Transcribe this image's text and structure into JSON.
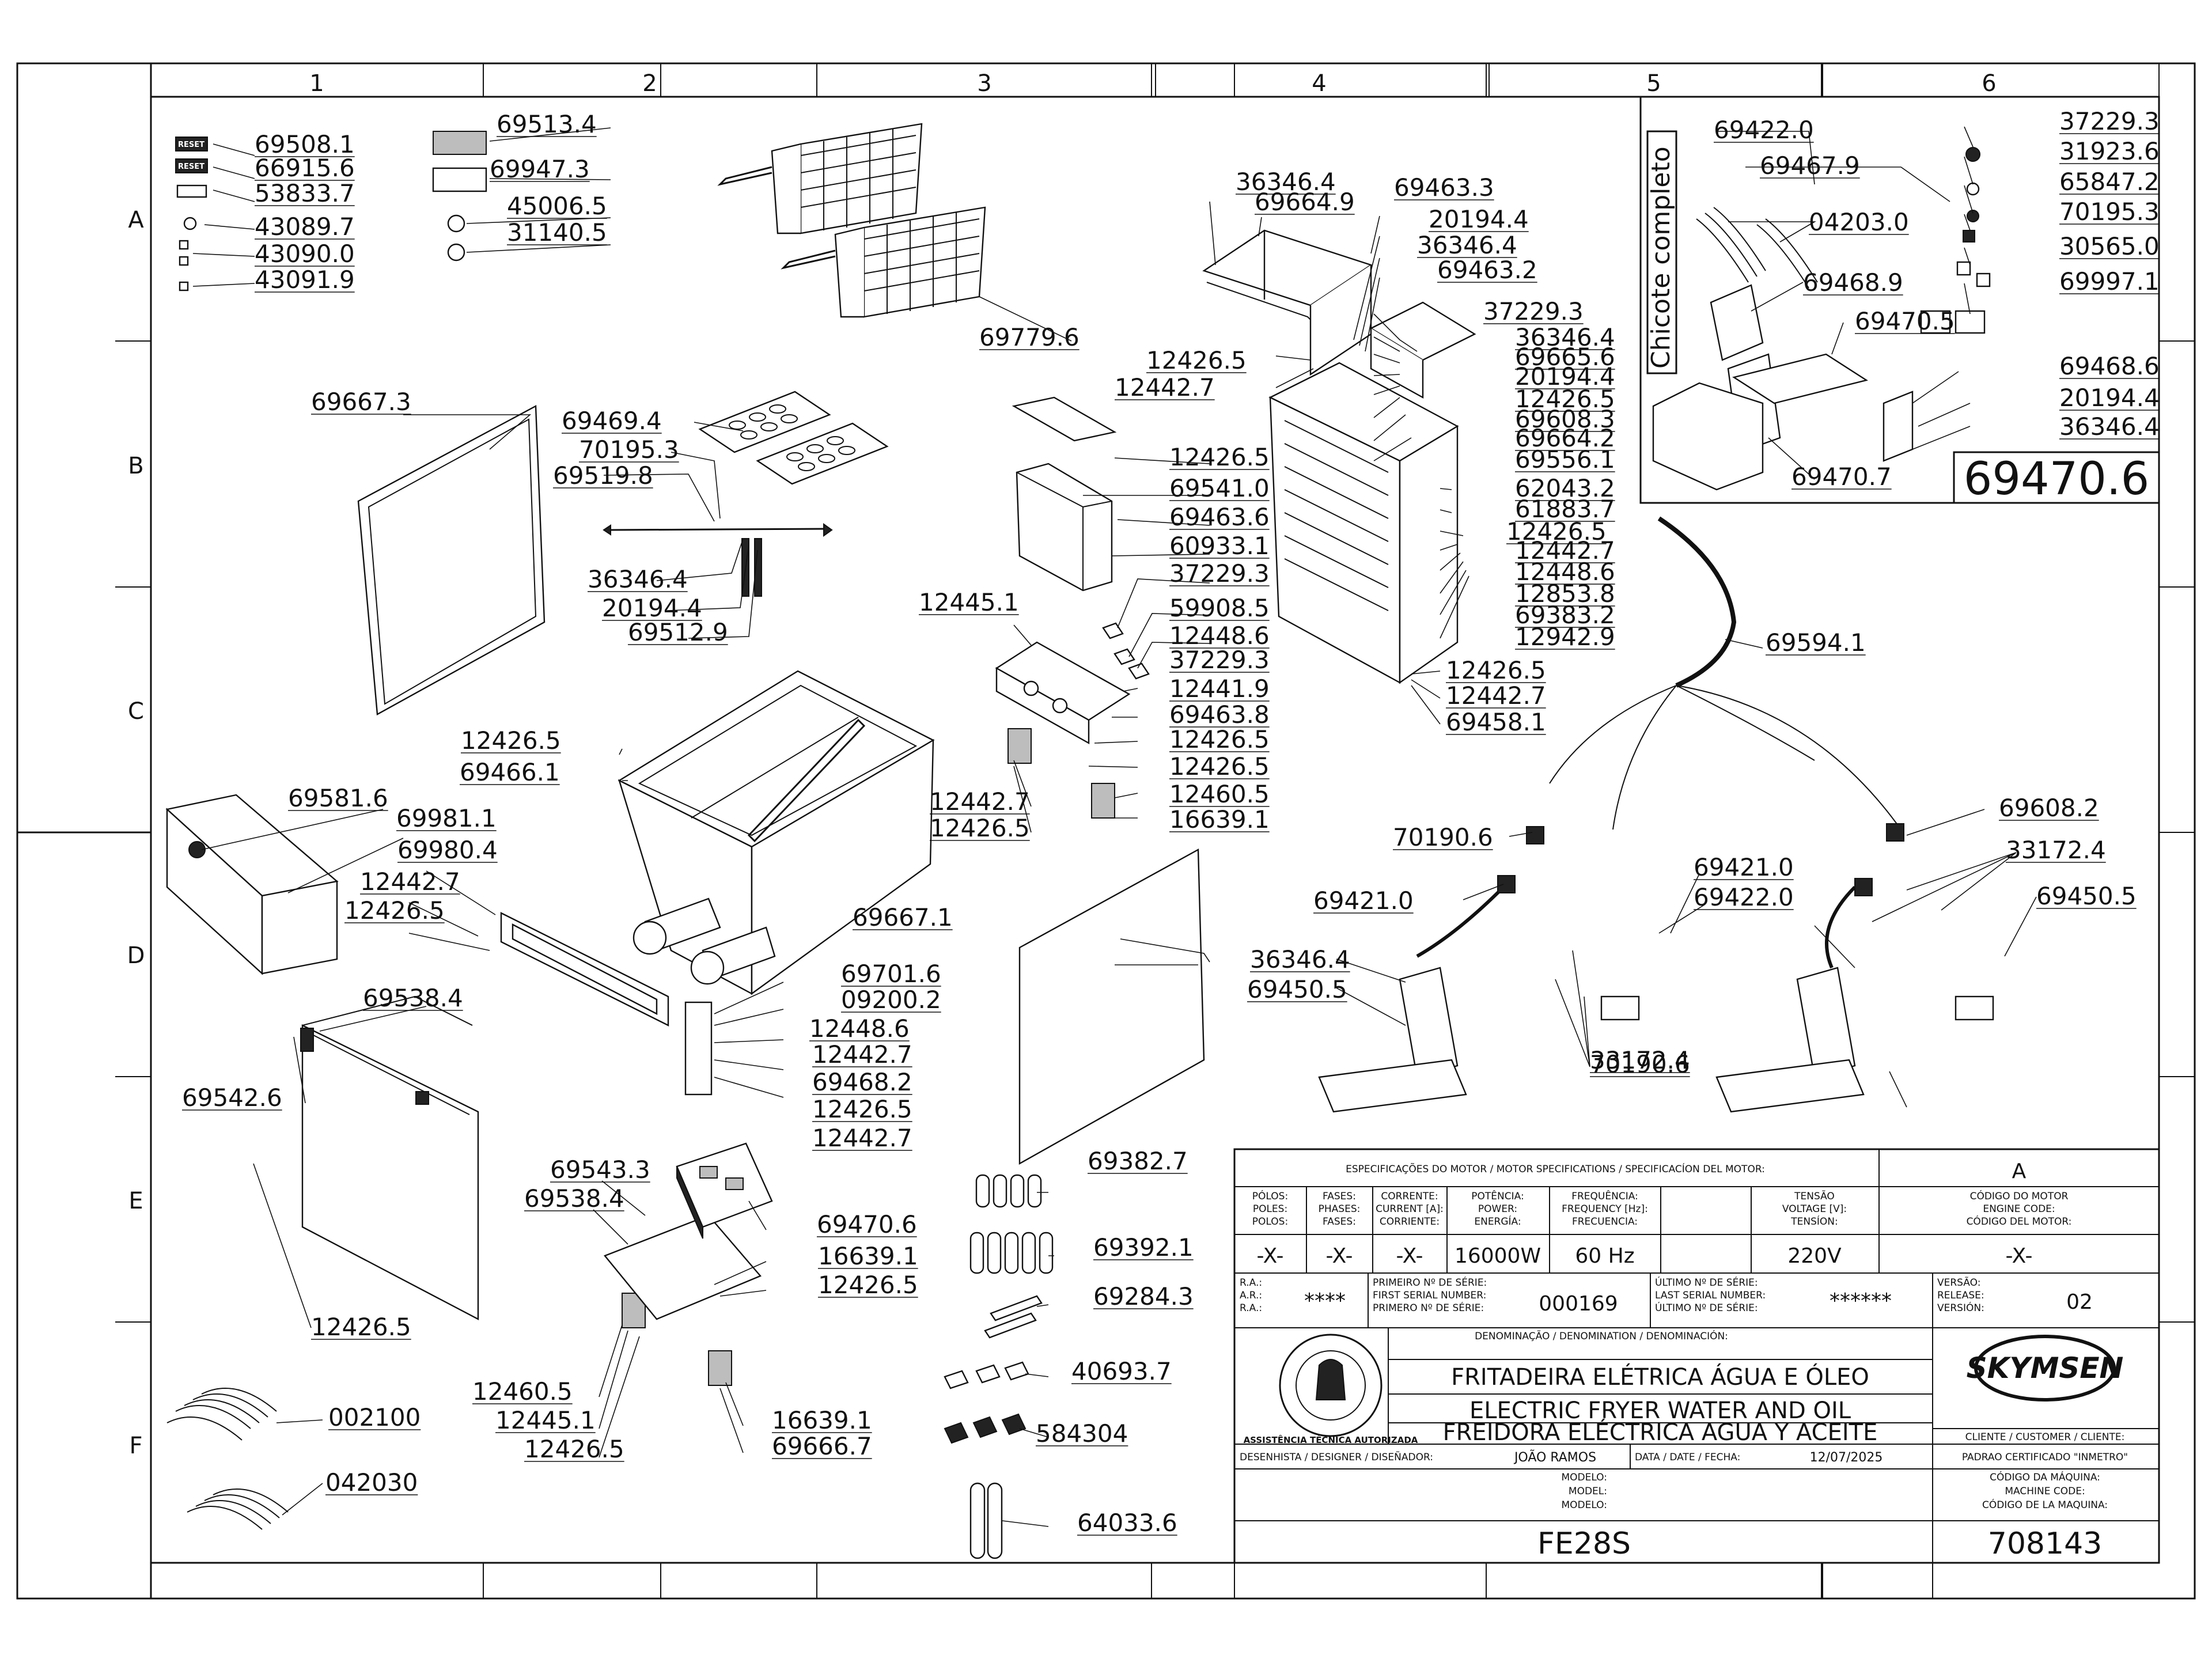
{
  "grid": {
    "columns": [
      "1",
      "2",
      "3",
      "4",
      "5",
      "6"
    ],
    "rows": [
      "A",
      "B",
      "C",
      "D",
      "E",
      "F"
    ]
  },
  "labels": {
    "reset_badge_1": "RESET",
    "reset_badge_2": "RESET",
    "harness_title": "Chicote completo",
    "harness_code": "69470.6"
  },
  "parts": [
    "69508.1",
    "66915.6",
    "53833.7",
    "43089.7",
    "43090.0",
    "43091.9",
    "69513.4",
    "69947.3",
    "45006.5",
    "31140.5",
    "69779.6",
    "69667.3",
    "69469.4",
    "70195.3",
    "69519.8",
    "36346.4",
    "20194.4",
    "69512.9",
    "12426.5",
    "69466.1",
    "69581.6",
    "69981.1",
    "69980.4",
    "12442.7",
    "12426.5",
    "69538.4",
    "69542.6",
    "12426.5",
    "12426.5",
    "69541.0",
    "69463.6",
    "60933.1",
    "37229.3",
    "12445.1",
    "59908.5",
    "12448.6",
    "37229.3",
    "12441.9",
    "69463.8",
    "12426.5",
    "12426.5",
    "12460.5",
    "16639.1",
    "12442.7",
    "12426.5",
    "69667.1",
    "69701.6",
    "09200.2",
    "12448.6",
    "12442.7",
    "69468.2",
    "12426.5",
    "12442.7",
    "69543.3",
    "69538.4",
    "69470.6",
    "16639.1",
    "12426.5",
    "12460.5",
    "12445.1",
    "12426.5",
    "16639.1",
    "69666.7",
    "002100",
    "042030",
    "69382.7",
    "69392.1",
    "69284.3",
    "40693.7",
    "584304",
    "64033.6",
    "36346.4",
    "69664.9",
    "69463.3",
    "20194.4",
    "36346.4",
    "69463.2",
    "12426.5",
    "12442.7",
    "37229.3",
    "36346.4",
    "69665.6",
    "20194.4",
    "12426.5",
    "69608.3",
    "69664.2",
    "69556.1",
    "62043.2",
    "61883.7",
    "12426.5",
    "12442.7",
    "12448.6",
    "12853.8",
    "69383.2",
    "12942.9",
    "12426.5",
    "12442.7",
    "69458.1",
    "69422.0",
    "69467.9",
    "04203.0",
    "69468.9",
    "69470.5",
    "69470.7",
    "37229.3",
    "31923.6",
    "65847.2",
    "70195.3",
    "30565.0",
    "69997.1",
    "69468.6",
    "20194.4",
    "36346.4",
    "69594.1",
    "70190.6",
    "69421.0",
    "36346.4",
    "69450.5",
    "33172.4",
    "69421.0",
    "69422.0",
    "70190.6",
    "69608.2",
    "33172.4",
    "69450.5"
  ],
  "title_block": {
    "motor_header": "ESPECIFICAÇÕES DO MOTOR / MOTOR SPECIFICATIONS / SPECIFICACÍON DEL MOTOR:",
    "rev_letter": "A",
    "col_headers": [
      [
        "PÓLOS:",
        "POLES:",
        "POLOS:"
      ],
      [
        "FASES:",
        "PHASES:",
        "FASES:"
      ],
      [
        "CORRENTE:",
        "CURRENT [A]:",
        "CORRIENTE:"
      ],
      [
        "POTÊNCIA:",
        "POWER:",
        "ENERGÍA:"
      ],
      [
        "FREQUÊNCIA:",
        "FREQUENCY [Hz]:",
        "FRECUENCIA:"
      ],
      [
        "TENSÃO",
        "VOLTAGE [V]:",
        "TENSÍON:"
      ],
      [
        "CÓDIGO DO MOTOR",
        "ENGINE CODE:",
        "CÓDIGO DEL MOTOR:"
      ]
    ],
    "values": [
      "-X-",
      "-X-",
      "-X-",
      "16000W",
      "60 Hz",
      "220V",
      "-X-"
    ],
    "ra_labels": [
      "R.A.:",
      "A.R.:",
      "R.A.:"
    ],
    "ra_value": "****",
    "first_serial_labels": [
      "PRIMEIRO Nº DE SÉRIE:",
      "FIRST SERIAL NUMBER:",
      "PRIMERO Nº DE SÉRIE:"
    ],
    "first_serial": "000169",
    "last_serial_labels": [
      "ÚLTIMO Nº DE SÉRIE:",
      "LAST SERIAL NUMBER:",
      "ÚLTIMO Nº DE SÉRIE:"
    ],
    "last_serial": "******",
    "version_labels": [
      "VERSÃO:",
      "RELEASE:",
      "VERSIÓN:"
    ],
    "version": "02",
    "denomination_header": "DENOMINAÇÃO / DENOMINATION / DENOMINACIÓN:",
    "denominations": [
      "FRITADEIRA ELÉTRICA ÁGUA E ÓLEO",
      "ELECTRIC FRYER WATER AND OIL",
      "FREIDORA ELÉCTRICA AGUA Y ACEITE"
    ],
    "brand": "SKYMSEN",
    "seal_text": "ASSISTÊNCIA TÉCNICA AUTORIZADA",
    "client_header": "CLIENTE / CUSTOMER / CLIENTE:",
    "client": "PADRAO CERTIFICADO \"INMETRO\"",
    "designer_label": "DESENHISTA / DESIGNER / DISEÑADOR:",
    "designer": "JOÃO RAMOS",
    "date_label": "DATA / DATE / FECHA:",
    "date": "12/07/2025",
    "model_labels": [
      "MODELO:",
      "MODEL:",
      "MODELO:"
    ],
    "model": "FE28S",
    "machine_code_labels": [
      "CÓDIGO DA MÁQUINA:",
      "MACHINE CODE:",
      "CÓDIGO DE LA MAQUINA:"
    ],
    "machine_code": "708143"
  }
}
